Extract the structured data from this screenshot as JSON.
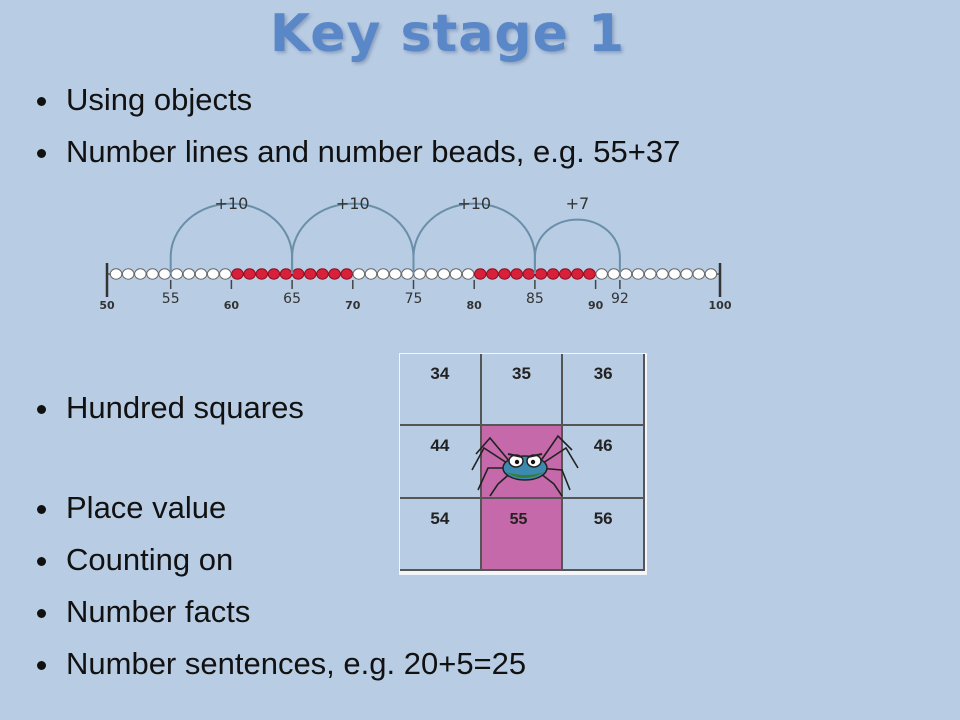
{
  "title": "Key stage 1",
  "bullets_top": [
    "Using objects",
    "Number lines and number beads, e.g. 55+37"
  ],
  "bullets_middle": [
    "Hundred squares"
  ],
  "bullets_bottom": [
    "Place value",
    "Counting on",
    "Number facts",
    "Number sentences, e.g. 20+5=25"
  ],
  "number_line": {
    "start": 50,
    "end": 100,
    "tick_labels": [
      "50",
      "55",
      "60",
      "65",
      "70",
      "75",
      "80",
      "85",
      "90",
      "92",
      "100"
    ],
    "jump_labels": [
      "+10",
      "+10",
      "+10",
      "+7"
    ],
    "jumps": [
      [
        55,
        65
      ],
      [
        65,
        75
      ],
      [
        75,
        85
      ],
      [
        85,
        92
      ]
    ],
    "red_bead_ranges": [
      [
        61,
        70
      ],
      [
        81,
        90
      ]
    ],
    "colors": {
      "red_bead": "#d8203a",
      "white_bead": "#ffffff",
      "arc": "#6a8fa8"
    }
  },
  "hundred_square": {
    "cells": [
      "34",
      "35",
      "36",
      "44",
      "",
      "46",
      "54",
      "55",
      "56"
    ],
    "highlight_index": 4,
    "highlight_color": "#c569aa"
  }
}
